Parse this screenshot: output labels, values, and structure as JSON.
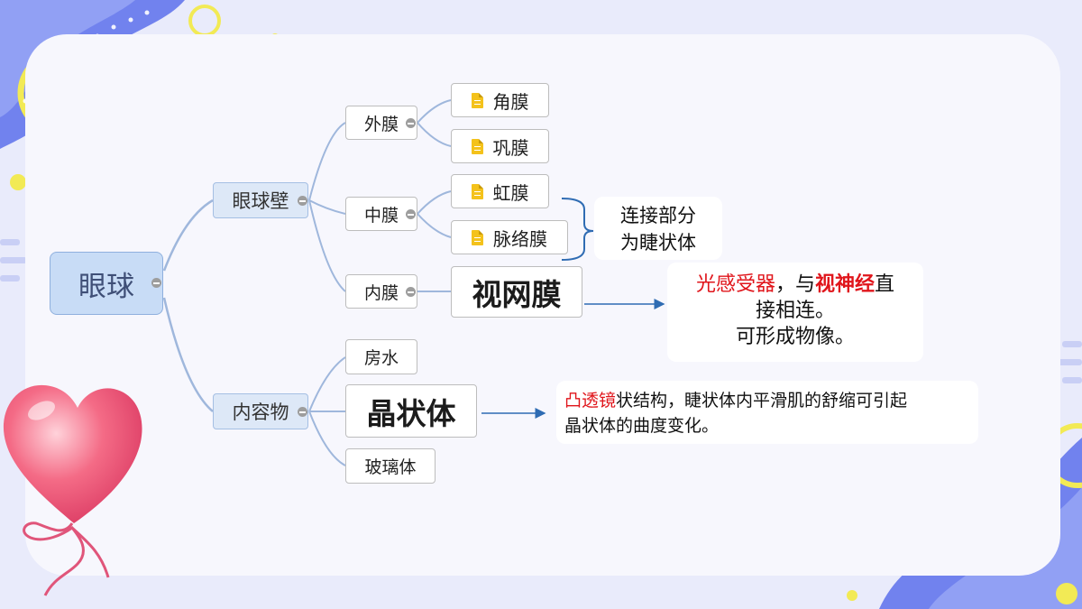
{
  "diagram": {
    "root": "眼球",
    "wall": {
      "label": "眼球壁",
      "outer": {
        "label": "外膜",
        "children": [
          "角膜",
          "巩膜"
        ]
      },
      "middle": {
        "label": "中膜",
        "children": [
          "虹膜",
          "脉络膜"
        ],
        "bracket_note_line1": "连接部分",
        "bracket_note_line2": "为睫状体"
      },
      "inner": {
        "label": "内膜",
        "child": "视网膜"
      }
    },
    "contents": {
      "label": "内容物",
      "children": [
        "房水",
        "晶状体",
        "玻璃体"
      ]
    },
    "retina_note": {
      "part1": "光感受器",
      "part2": "，与",
      "part3": "视神经",
      "part4": "直",
      "line2": "接相连。",
      "line3": "可形成物像。"
    },
    "lens_note": {
      "part1": "凸透镜",
      "part2": "状结构，睫状体内平滑肌的舒缩可引起",
      "line2": "晶状体的曲度变化。"
    }
  },
  "colors": {
    "background": "#e9ebfb",
    "panel": "#f7f7fd",
    "root_fill": "#c8dcf6",
    "branch_fill": "#dde8f7",
    "connector": "#9fb7dc",
    "arrow": "#2f6cb3",
    "highlight_text": "#e0151b",
    "file_icon": "#f4c21b"
  }
}
